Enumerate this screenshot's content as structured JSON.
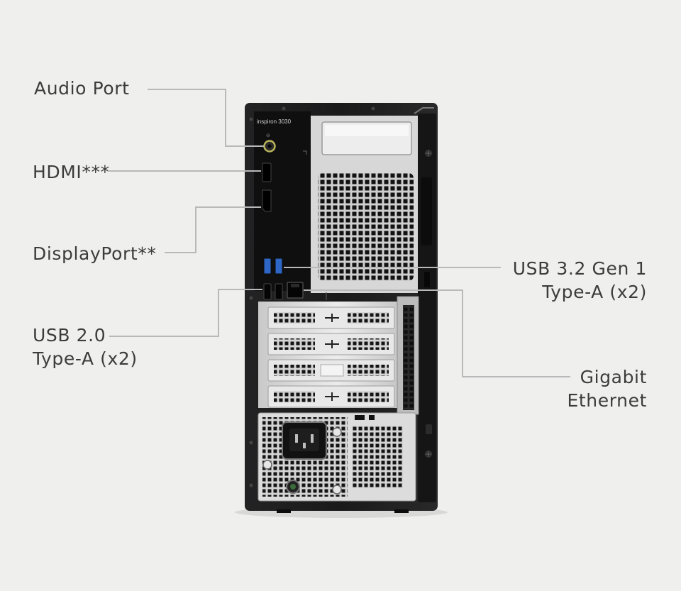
{
  "model_label": "inspiron 3030",
  "callouts": {
    "audio": {
      "lines": [
        "Audio Port"
      ]
    },
    "hdmi": {
      "lines": [
        "HDMI***"
      ]
    },
    "displayport": {
      "lines": [
        "DisplayPort**"
      ]
    },
    "usb2": {
      "lines": [
        "USB 2.0",
        "Type-A (x2)"
      ]
    },
    "usb3": {
      "lines": [
        "USB 3.2 Gen 1",
        "Type-A (x2)"
      ]
    },
    "ethernet": {
      "lines": [
        "Gigabit",
        "Ethernet"
      ]
    }
  },
  "colors": {
    "background": "#efefee",
    "chassis": "#1c1c1d",
    "panel": "#121213",
    "metal": "#d9d9d9",
    "leader": "#b9b9b9",
    "usb3_blue": "#2d66c4",
    "label_text": "#3c3c3c"
  }
}
